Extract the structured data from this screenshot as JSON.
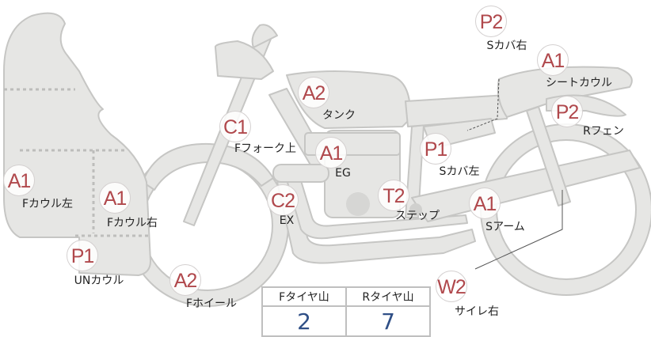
{
  "parts": [
    {
      "grade": "P2",
      "label": "Sカバ右"
    },
    {
      "grade": "A1",
      "label": "シートカウル"
    },
    {
      "grade": "P2",
      "label": "Rフェン"
    },
    {
      "grade": "A2",
      "label": "タンク"
    },
    {
      "grade": "C1",
      "label": "Fフォーク上"
    },
    {
      "grade": "A1",
      "label": "EG"
    },
    {
      "grade": "P1",
      "label": "Sカバ左"
    },
    {
      "grade": "C2",
      "label": "EX"
    },
    {
      "grade": "T2",
      "label": "ステップ"
    },
    {
      "grade": "A1",
      "label": "Sアーム"
    },
    {
      "grade": "A1",
      "label": "Fカウル左"
    },
    {
      "grade": "A1",
      "label": "Fカウル右"
    },
    {
      "grade": "P1",
      "label": "UNカウル"
    },
    {
      "grade": "A2",
      "label": "Fホイール"
    },
    {
      "grade": "W2",
      "label": "サイレ右"
    }
  ],
  "tires": {
    "front_label": "Fタイヤ山",
    "front_value": "2",
    "rear_label": "Rタイヤ山",
    "rear_value": "7"
  },
  "colors": {
    "grade": "#b0484c",
    "value": "#2f4f86",
    "body": "#e6e6e4",
    "outline": "#c6c6c4"
  }
}
